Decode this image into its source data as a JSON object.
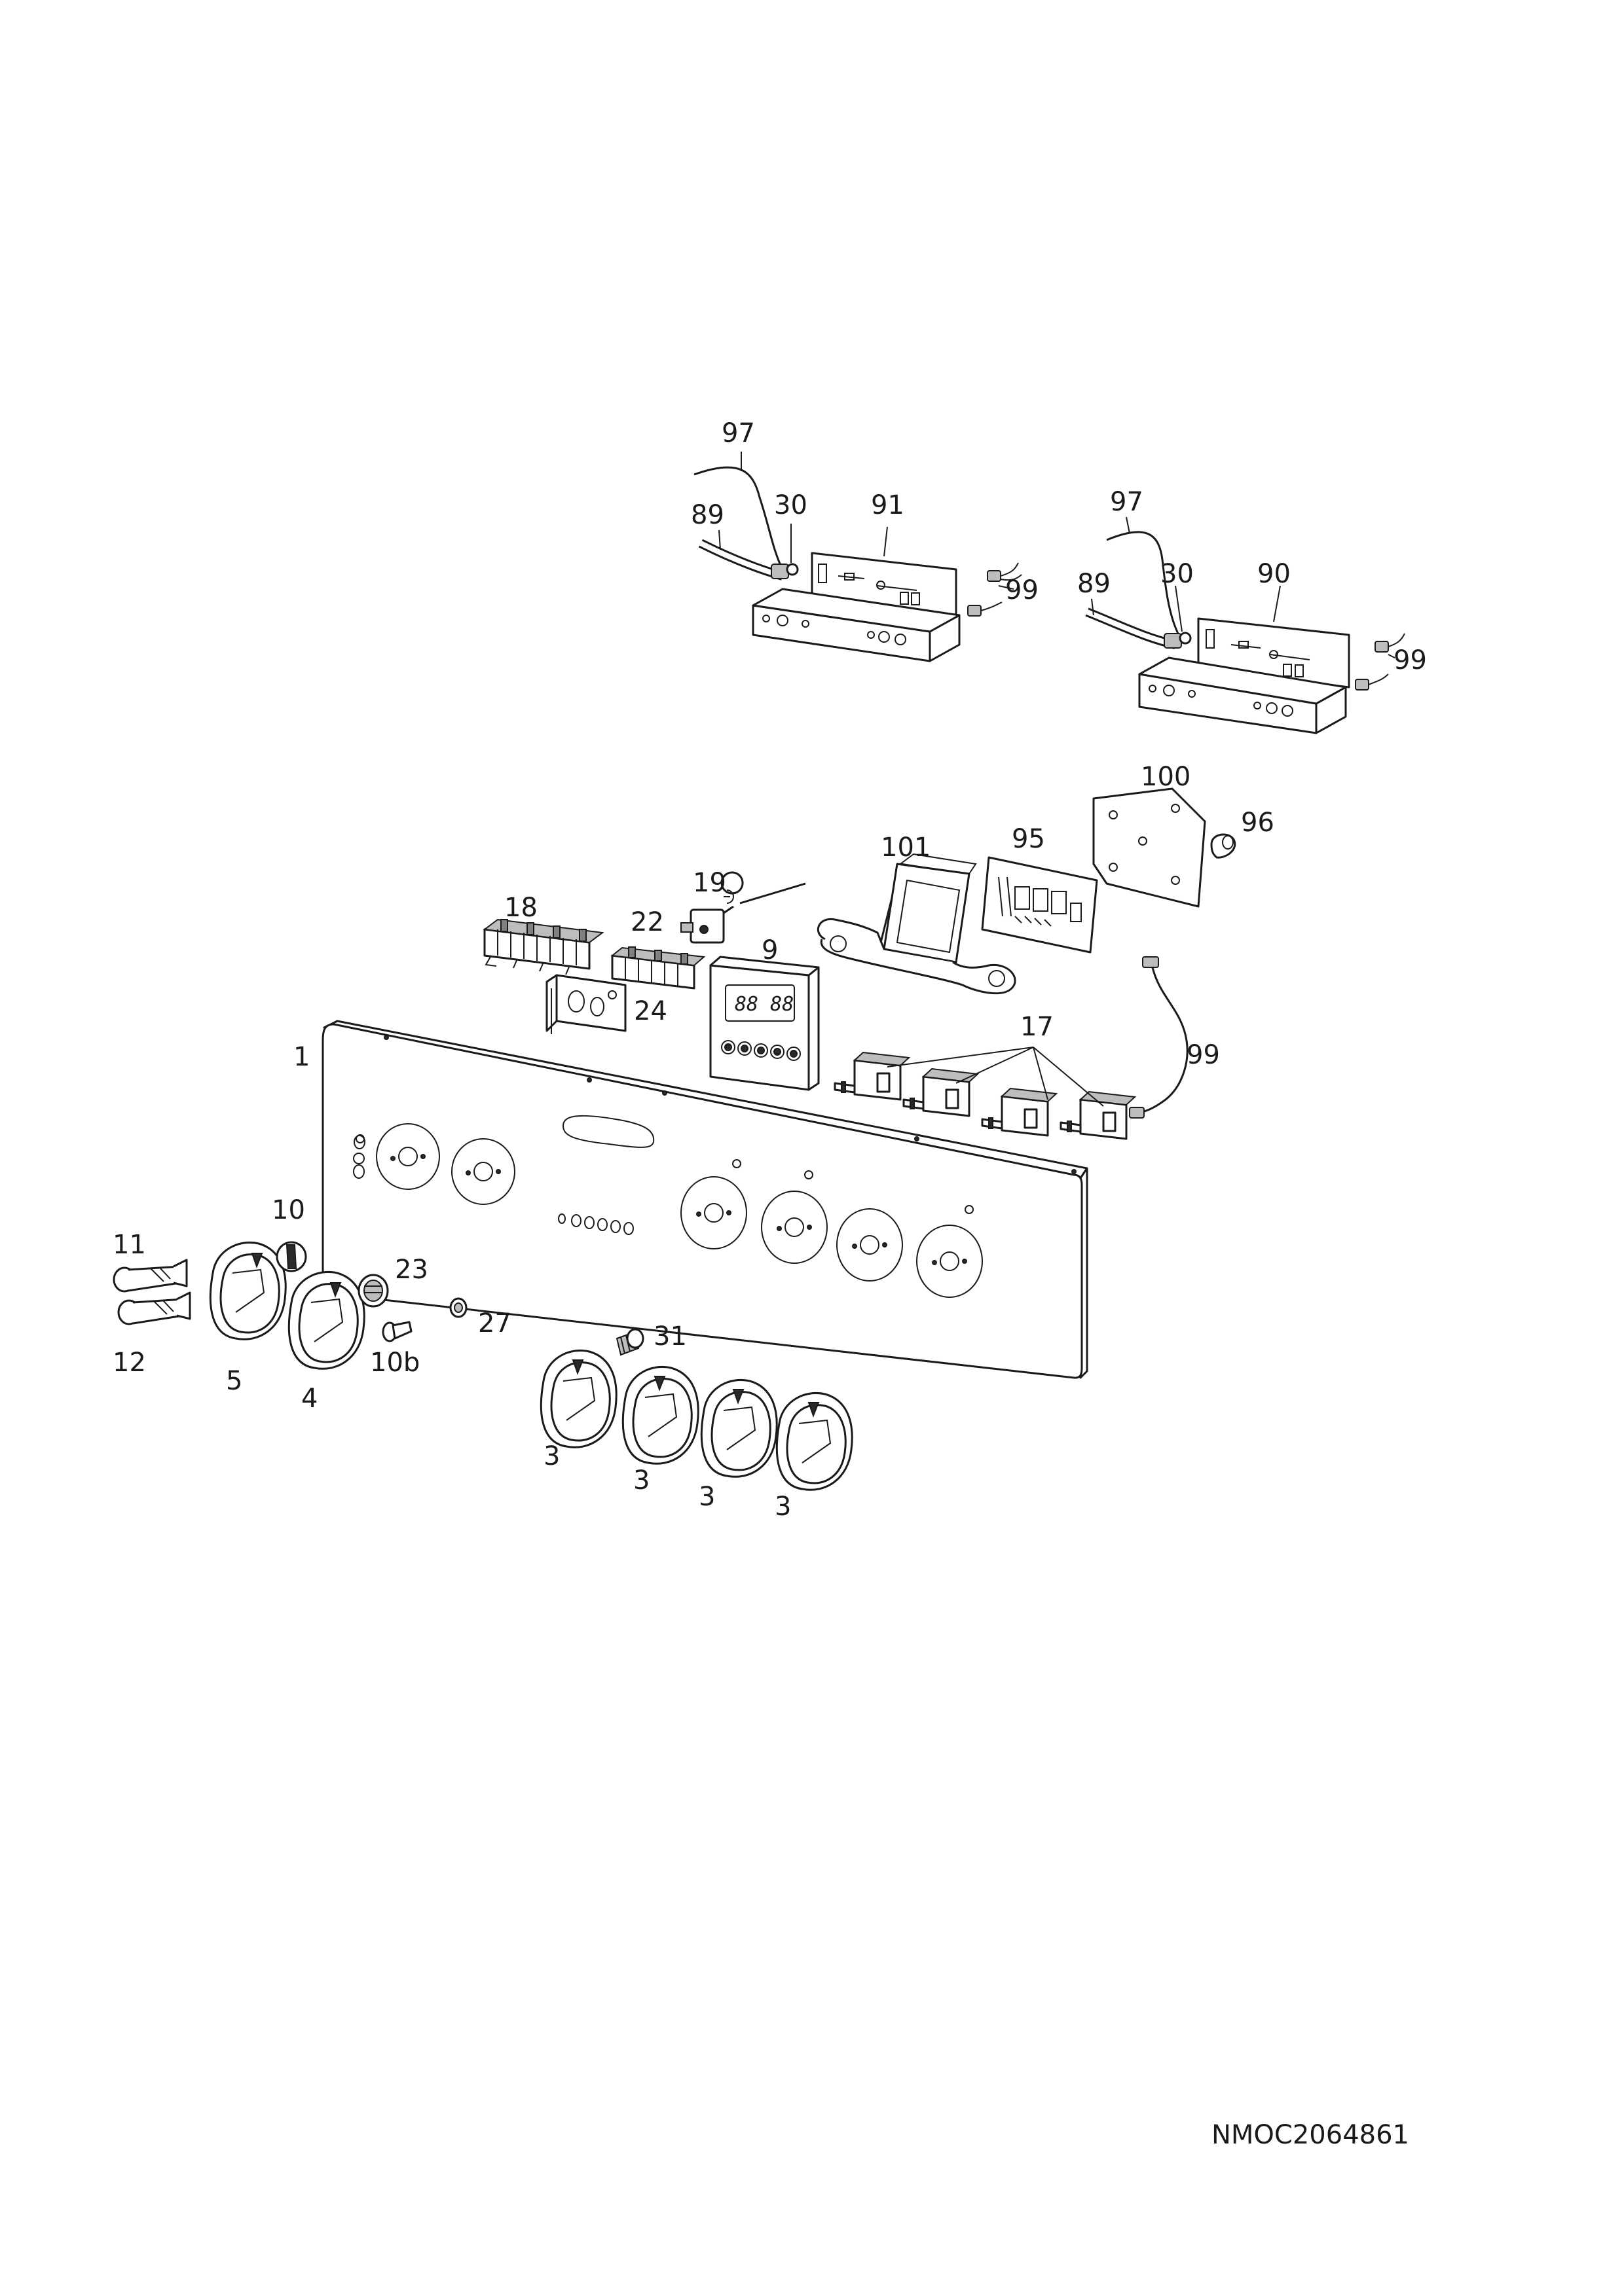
{
  "drawing_code": "NMOC2064861",
  "callouts": {
    "c97a": "97",
    "c89a": "89",
    "c30a": "30",
    "c91": "91",
    "c99a": "99",
    "c97b": "97",
    "c30b": "30",
    "c90": "90",
    "c89b": "89",
    "c99b": "99",
    "c100": "100",
    "c96": "96",
    "c101": "101",
    "c95": "95",
    "c18": "18",
    "c19": "19",
    "c22": "22",
    "c9": "9",
    "c24": "24",
    "c17": "17",
    "c99c": "99",
    "c1": "1",
    "c10": "10",
    "c11": "11",
    "c23": "23",
    "c27": "27",
    "c12": "12",
    "c10b": "10b",
    "c5": "5",
    "c4": "4",
    "c31": "31",
    "c3a": "3",
    "c3b": "3",
    "c3c": "3",
    "c3d": "3"
  },
  "timer_display": "88 88"
}
